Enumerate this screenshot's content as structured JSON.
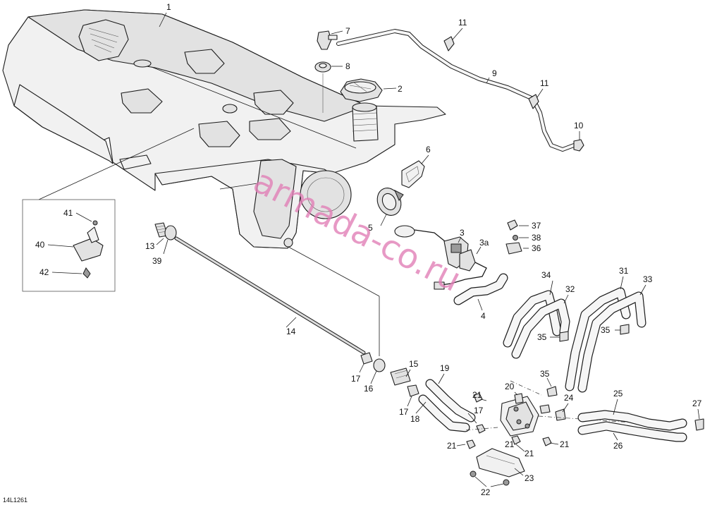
{
  "diagram": {
    "reference_code": "14L1261",
    "watermark": "armada-co.ru",
    "callouts": {
      "c1": "1",
      "c2": "2",
      "c3": "3",
      "c3a": "3a",
      "c4": "4",
      "c5": "5",
      "c6": "6",
      "c7": "7",
      "c8": "8",
      "c9": "9",
      "c10": "10",
      "c11a": "11",
      "c11b": "11",
      "c13": "13",
      "c14": "14",
      "c15": "15",
      "c16": "16",
      "c17a": "17",
      "c17b": "17",
      "c17c": "17",
      "c18": "18",
      "c19": "19",
      "c20": "20",
      "c21a": "21",
      "c21b": "21",
      "c21c": "21",
      "c21d": "21",
      "c21e": "21",
      "c22": "22",
      "c23": "23",
      "c24": "24",
      "c25": "25",
      "c26": "26",
      "c27": "27",
      "c31": "31",
      "c32": "32",
      "c33": "33",
      "c34": "34",
      "c35a": "35",
      "c35b": "35",
      "c35c": "35",
      "c36": "36",
      "c37": "37",
      "c38": "38",
      "c39": "39",
      "c40": "40",
      "c41": "41",
      "c42": "42"
    }
  }
}
